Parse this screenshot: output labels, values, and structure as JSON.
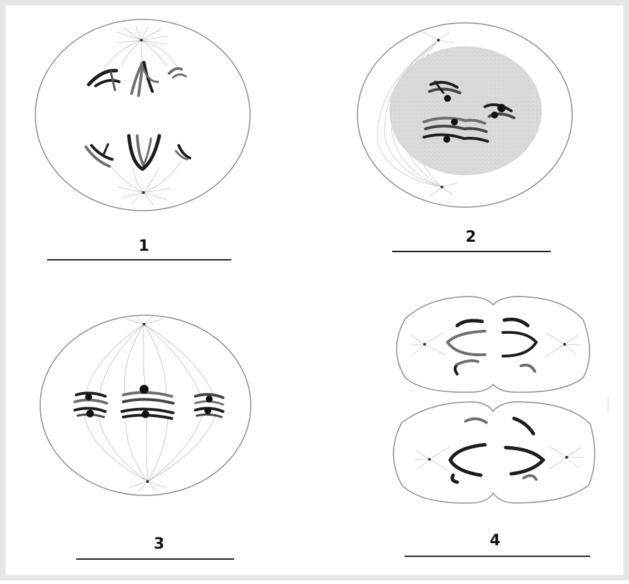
{
  "figure": {
    "panels": [
      {
        "label": "1"
      },
      {
        "label": "2"
      },
      {
        "label": "3"
      },
      {
        "label": "4"
      }
    ]
  },
  "colors": {
    "background": "#ffffff",
    "frame": "#e6e6e6",
    "outline": "#8c8c8c",
    "spindle": "#bdbdbd",
    "chromosome_dark": "#1c1c1c",
    "chromosome_grey": "#6e6e6e",
    "nucleus_fill": "#d9d9d9",
    "caption_rule": "#222222"
  }
}
